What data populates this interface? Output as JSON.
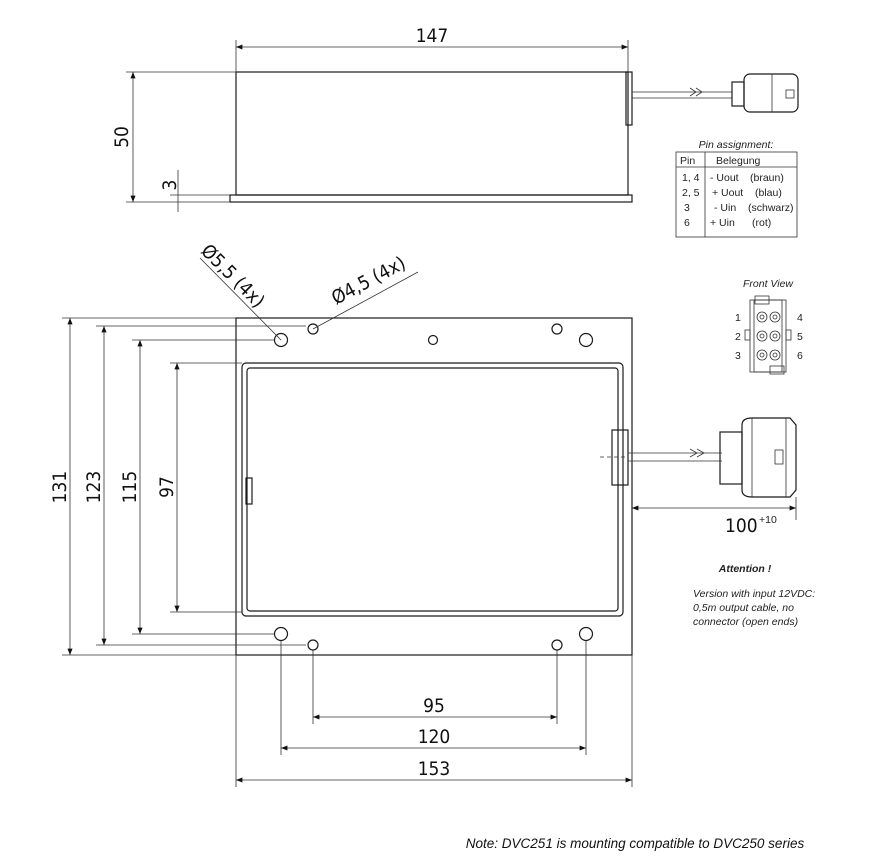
{
  "dimensions": {
    "top_length": "147",
    "height": "50",
    "base_thickness": "3",
    "plate_height": "131",
    "hole_spacing_outer_v": "123",
    "hole_spacing_inner_v": "115",
    "inner_height": "97",
    "hole_spacing_inner_h": "95",
    "hole_spacing_outer_h": "120",
    "plate_width": "153",
    "cable_length": "100",
    "cable_tolerance": "+10",
    "hole_large": "Ø5,5 (4x)",
    "hole_small": "Ø4,5 (4x)"
  },
  "pin_table": {
    "title": "Pin assignment:",
    "headers": [
      "Pin",
      "Belegung"
    ],
    "rows": [
      {
        "pin": "1, 4",
        "function": "- Uout",
        "color": "(braun)"
      },
      {
        "pin": "2, 5",
        "function": "+ Uout",
        "color": "(blau)"
      },
      {
        "pin": "3",
        "function": "- Uin",
        "color": "(schwarz)"
      },
      {
        "pin": "6",
        "function": "+ Uin",
        "color": "(rot)"
      }
    ]
  },
  "front_view": {
    "title": "Front View",
    "pins_left": [
      "1",
      "2",
      "3"
    ],
    "pins_right": [
      "4",
      "5",
      "6"
    ]
  },
  "attention": {
    "title": "Attention !",
    "lines": [
      "Version with input 12VDC:",
      "0,5m output cable, no",
      "connector (open ends)"
    ]
  },
  "note": "Note: DVC251 is mounting compatible to DVC250 series"
}
